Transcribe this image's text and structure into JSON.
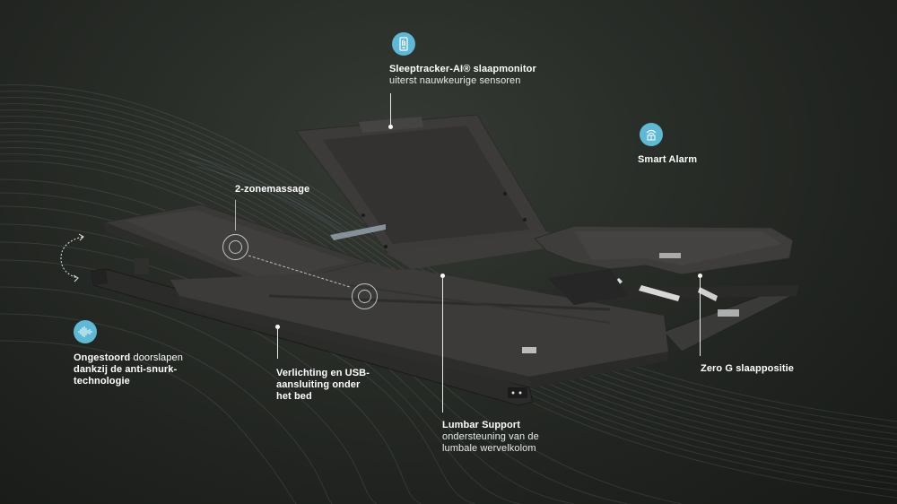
{
  "colors": {
    "background": "#262a25",
    "accent_badge": "#5fb8d4",
    "text": "#ffffff",
    "bed_fabric": "#3a3a39"
  },
  "callouts": {
    "sleeptracker": {
      "icon": "phone-monitor-icon",
      "title": "Sleeptracker-AI® slaapmonitor",
      "subtitle": "uiterst nauwkeurige sensoren"
    },
    "smart_alarm": {
      "icon": "wifi-bed-icon",
      "title": "Smart Alarm"
    },
    "massage": {
      "title": "2-zonemassage"
    },
    "anti_snore": {
      "icon": "soundwave-icon",
      "title_bold": "Ongestoord",
      "title_rest": " doorslapen",
      "line2": "dankzij de anti-snurk-",
      "line3": "technologie"
    },
    "lighting": {
      "line1": "Verlichting en USB-",
      "line2": "aansluiting onder",
      "line3": "het bed"
    },
    "lumbar": {
      "title": "Lumbar Support",
      "subtitle_line1": "ondersteuning van de",
      "subtitle_line2": "lumbale wervelkolom"
    },
    "zero_g": {
      "title": "Zero G slaappositie"
    }
  }
}
